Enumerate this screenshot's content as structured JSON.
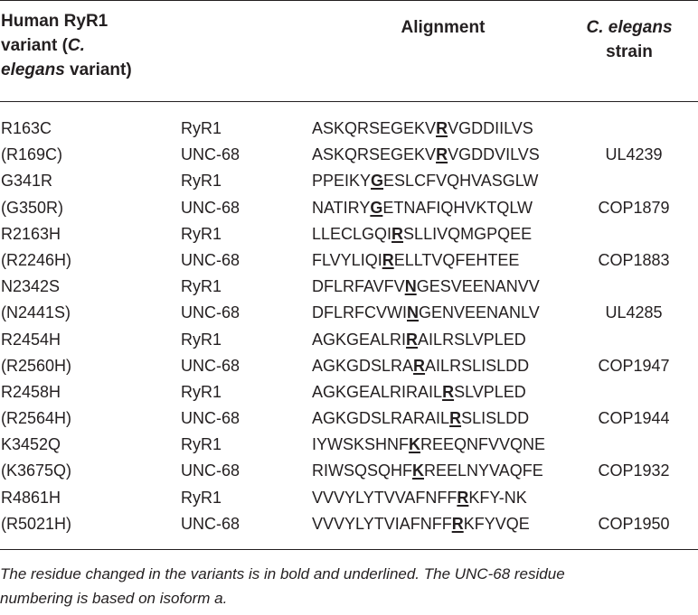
{
  "header": {
    "variant_line1": "Human RyR1",
    "variant_line2_pre": "variant (",
    "variant_line2_italic": "C.",
    "variant_line3_italic": "elegans",
    "variant_line3_post": " variant)",
    "alignment": "Alignment",
    "strain_line1_italic": "C. elegans",
    "strain_line2": "strain"
  },
  "rows": [
    {
      "variant": "R163C",
      "protein": "RyR1",
      "seq_pre": "ASKQRSEGEKV",
      "seq_mut": "R",
      "seq_post": "VGDDIILVS",
      "strain": ""
    },
    {
      "variant": "(R169C)",
      "protein": "UNC-68",
      "seq_pre": "ASKQRSEGEKV",
      "seq_mut": "R",
      "seq_post": "VGDDVILVS",
      "strain": "UL4239"
    },
    {
      "variant": "G341R",
      "protein": "RyR1",
      "seq_pre": "PPEIKY",
      "seq_mut": "G",
      "seq_post": "ESLCFVQHVASGLW",
      "strain": ""
    },
    {
      "variant": "(G350R)",
      "protein": "UNC-68",
      "seq_pre": "NATIRY",
      "seq_mut": "G",
      "seq_post": "ETNAFIQHVKTQLW",
      "strain": "COP1879"
    },
    {
      "variant": "R2163H",
      "protein": "RyR1",
      "seq_pre": "LLECLGQI",
      "seq_mut": "R",
      "seq_post": "SLLIVQMGPQEE",
      "strain": ""
    },
    {
      "variant": "(R2246H)",
      "protein": "UNC-68",
      "seq_pre": "FLVYLIQI",
      "seq_mut": "R",
      "seq_post": "ELLTVQFEHTEE",
      "strain": "COP1883"
    },
    {
      "variant": "N2342S",
      "protein": "RyR1",
      "seq_pre": "DFLRFAVFV",
      "seq_mut": "N",
      "seq_post": "GESVEENANVV",
      "strain": ""
    },
    {
      "variant": "(N2441S)",
      "protein": "UNC-68",
      "seq_pre": "DFLRFCVWI",
      "seq_mut": "N",
      "seq_post": "GENVEENANLV",
      "strain": "UL4285"
    },
    {
      "variant": "R2454H",
      "protein": "RyR1",
      "seq_pre": "AGKGEALRI",
      "seq_mut": "R",
      "seq_post": "AILRSLVPLED",
      "strain": ""
    },
    {
      "variant": "(R2560H)",
      "protein": "UNC-68",
      "seq_pre": "AGKGDSLRA",
      "seq_mut": "R",
      "seq_post": "AILRSLISLDD",
      "strain": "COP1947"
    },
    {
      "variant": "R2458H",
      "protein": "RyR1",
      "seq_pre": "AGKGEALRIRAIL",
      "seq_mut": "R",
      "seq_post": "SLVPLED",
      "strain": ""
    },
    {
      "variant": "(R2564H)",
      "protein": "UNC-68",
      "seq_pre": "AGKGDSLRARAIL",
      "seq_mut": "R",
      "seq_post": "SLISLDD",
      "strain": "COP1944"
    },
    {
      "variant": "K3452Q",
      "protein": "RyR1",
      "seq_pre": "IYWSKSHNF",
      "seq_mut": "K",
      "seq_post": "REEQNFVVQNE",
      "strain": ""
    },
    {
      "variant": "(K3675Q)",
      "protein": "UNC-68",
      "seq_pre": "RIWSQSQHF",
      "seq_mut": "K",
      "seq_post": "REELNYVAQFE",
      "strain": "COP1932"
    },
    {
      "variant": "R4861H",
      "protein": "RyR1",
      "seq_pre": "VVVYLYTVVAFNFF",
      "seq_mut": "R",
      "seq_post": "KFY-NK",
      "strain": ""
    },
    {
      "variant": "(R5021H)",
      "protein": "UNC-68",
      "seq_pre": "VVVYLYTVIAFNFF",
      "seq_mut": "R",
      "seq_post": "KFYVQE",
      "strain": "COP1950"
    }
  ],
  "footnote": {
    "line1": "The residue changed in the variants is in bold and underlined. The UNC-68 residue",
    "line2": "numbering is based on isoform a."
  }
}
